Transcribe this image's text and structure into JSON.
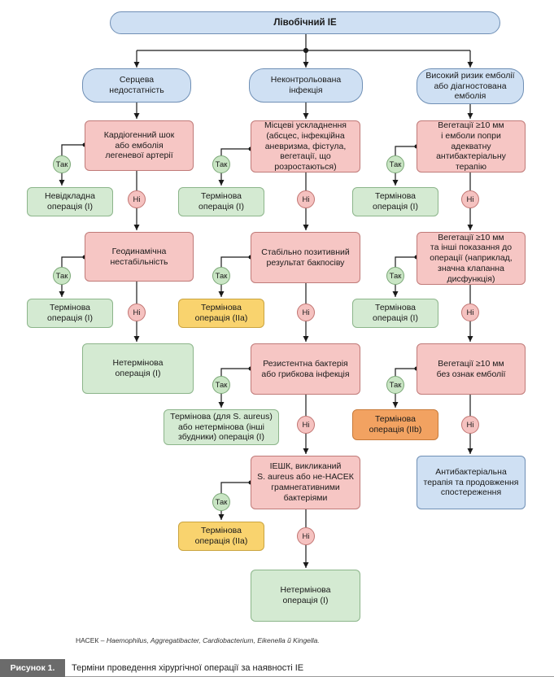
{
  "flowchart": {
    "root": "Лівобічний ІЕ",
    "branches": {
      "left": "Серцева\nнедостатність",
      "middle": "Неконтрольована\nінфекція",
      "right": "Високий ризик емболії\nабо діагностована\nемболія"
    },
    "left_col": {
      "c1": "Кардіогенний шок\nабо емболія\nлегеневої артерії",
      "c1_yes": "Невідкладна\nоперація (І)",
      "c2": "Геодинамічна\nнестабільність",
      "c2_yes": "Термінова\nоперація (І)",
      "c2_no": "Нетермінова\nоперація (І)"
    },
    "middle_col": {
      "c1": "Місцеві ускладнення\n(абсцес, інфекційна\nаневризма, фістула,\nвегетації, що\nрозростаються)",
      "c1_yes": "Термінова\nоперація (І)",
      "c2": "Стабільно позитивний\nрезультат бакпосіву",
      "c2_yes": "Термінова\nоперація (ІІа)",
      "c3": "Резистентна бактерія\nабо грибкова інфекція",
      "c3_yes": "Термінова (для S. aureus)\nабо нетермінова (інші\nзбудники) операція (І)",
      "c4": "ІЕШК, викликаний\nS. aureus або не-НАСЕК\nграмнегативними\nбактеріями",
      "c4_yes": "Термінова\nоперація (ІІа)",
      "c4_no": "Нетермінова\nоперація (І)"
    },
    "right_col": {
      "c1": "Вегетації ≥10 мм\nі емболи попри адекватну\nантибактеріальну терапію",
      "c1_yes": "Термінова\nоперація (І)",
      "c2": "Вегетації ≥10 мм\nта інші показання до\nоперації (наприклад,\nзначна клапанна\nдисфункція)",
      "c2_yes": "Термінова\nоперація (І)",
      "c3": "Вегетації ≥10 мм\nбез ознак емболії",
      "c3_yes": "Термінова\nоперація (ІІb)",
      "c3_no": "Антибактеріальна\nтерапія та продовження\nспостереження"
    },
    "yes_label": "Так",
    "no_label": "Ні"
  },
  "footnote": {
    "prefix": "НАСЕК – ",
    "italic": "Haemophilus, Aggregatibacter, Cardiobacterium, Eikenella й Kingella."
  },
  "caption": {
    "label": "Рисунок 1.",
    "text": "Терміни проведення хірургічної операції за наявності ІЕ"
  },
  "colors": {
    "blue": "#cfe0f3",
    "red": "#f6c6c4",
    "green": "#d4ead2",
    "yellow": "#f9d36e",
    "orange": "#f2a261",
    "line": "#1a1a1a"
  }
}
